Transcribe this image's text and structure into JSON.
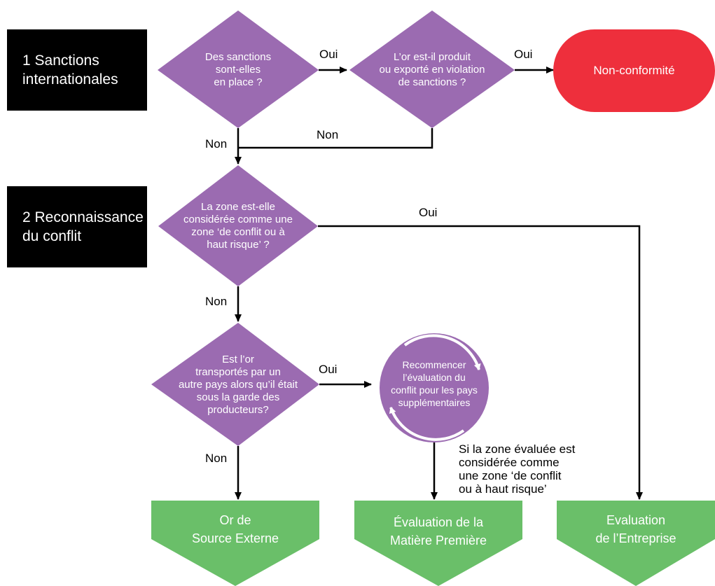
{
  "colors": {
    "decision": "#9b6bb1",
    "terminal_red": "#ee2f3c",
    "terminal_green": "#6abf69",
    "section_box": "#000000",
    "line": "#000000"
  },
  "sections": [
    {
      "id": "s1",
      "text": "1 Sanctions\ninternationales"
    },
    {
      "id": "s2",
      "text": "2 Reconnaissance\ndu conflit"
    }
  ],
  "decisions": [
    {
      "id": "d1",
      "text": "Des sanctions\nsont-elles\nen place ?"
    },
    {
      "id": "d2",
      "text": "L’or est-il produit\nou exporté en violation\nde sanctions ?"
    },
    {
      "id": "d3",
      "text": "La zone est-elle\nconsidérée comme une\nzone ‘de conflit ou à\nhaut risque’ ?"
    },
    {
      "id": "d4",
      "text": "Est l’or\ntransportés par un\nautre pays alors qu’il était\nsous la garde des\nproducteurs?"
    }
  ],
  "cycle": {
    "text": "Recommencer\nl’évaluation du\nconflit pour les pays\nsupplémentaires",
    "icon": "refresh-cycle-icon"
  },
  "noncompliance": {
    "text": "Non-conformité"
  },
  "outcomes": [
    {
      "id": "o1",
      "text": "Or de\nSource Externe"
    },
    {
      "id": "o2",
      "text": "Évaluation de la\nMatière Première"
    },
    {
      "id": "o3",
      "text": "Evaluation\nde l’Entreprise"
    }
  ],
  "edge_labels": {
    "d1_yes": "Oui",
    "d2_yes": "Oui",
    "d2_no": "Non",
    "d1_no": "Non",
    "d3_yes": "Oui",
    "d3_no": "Non",
    "d4_yes": "Oui",
    "d4_no": "Non",
    "cycle_condition": "Si la zone évaluée est\nconsidérée comme\nune zone ‘de conflit\nou à haut risque’"
  }
}
